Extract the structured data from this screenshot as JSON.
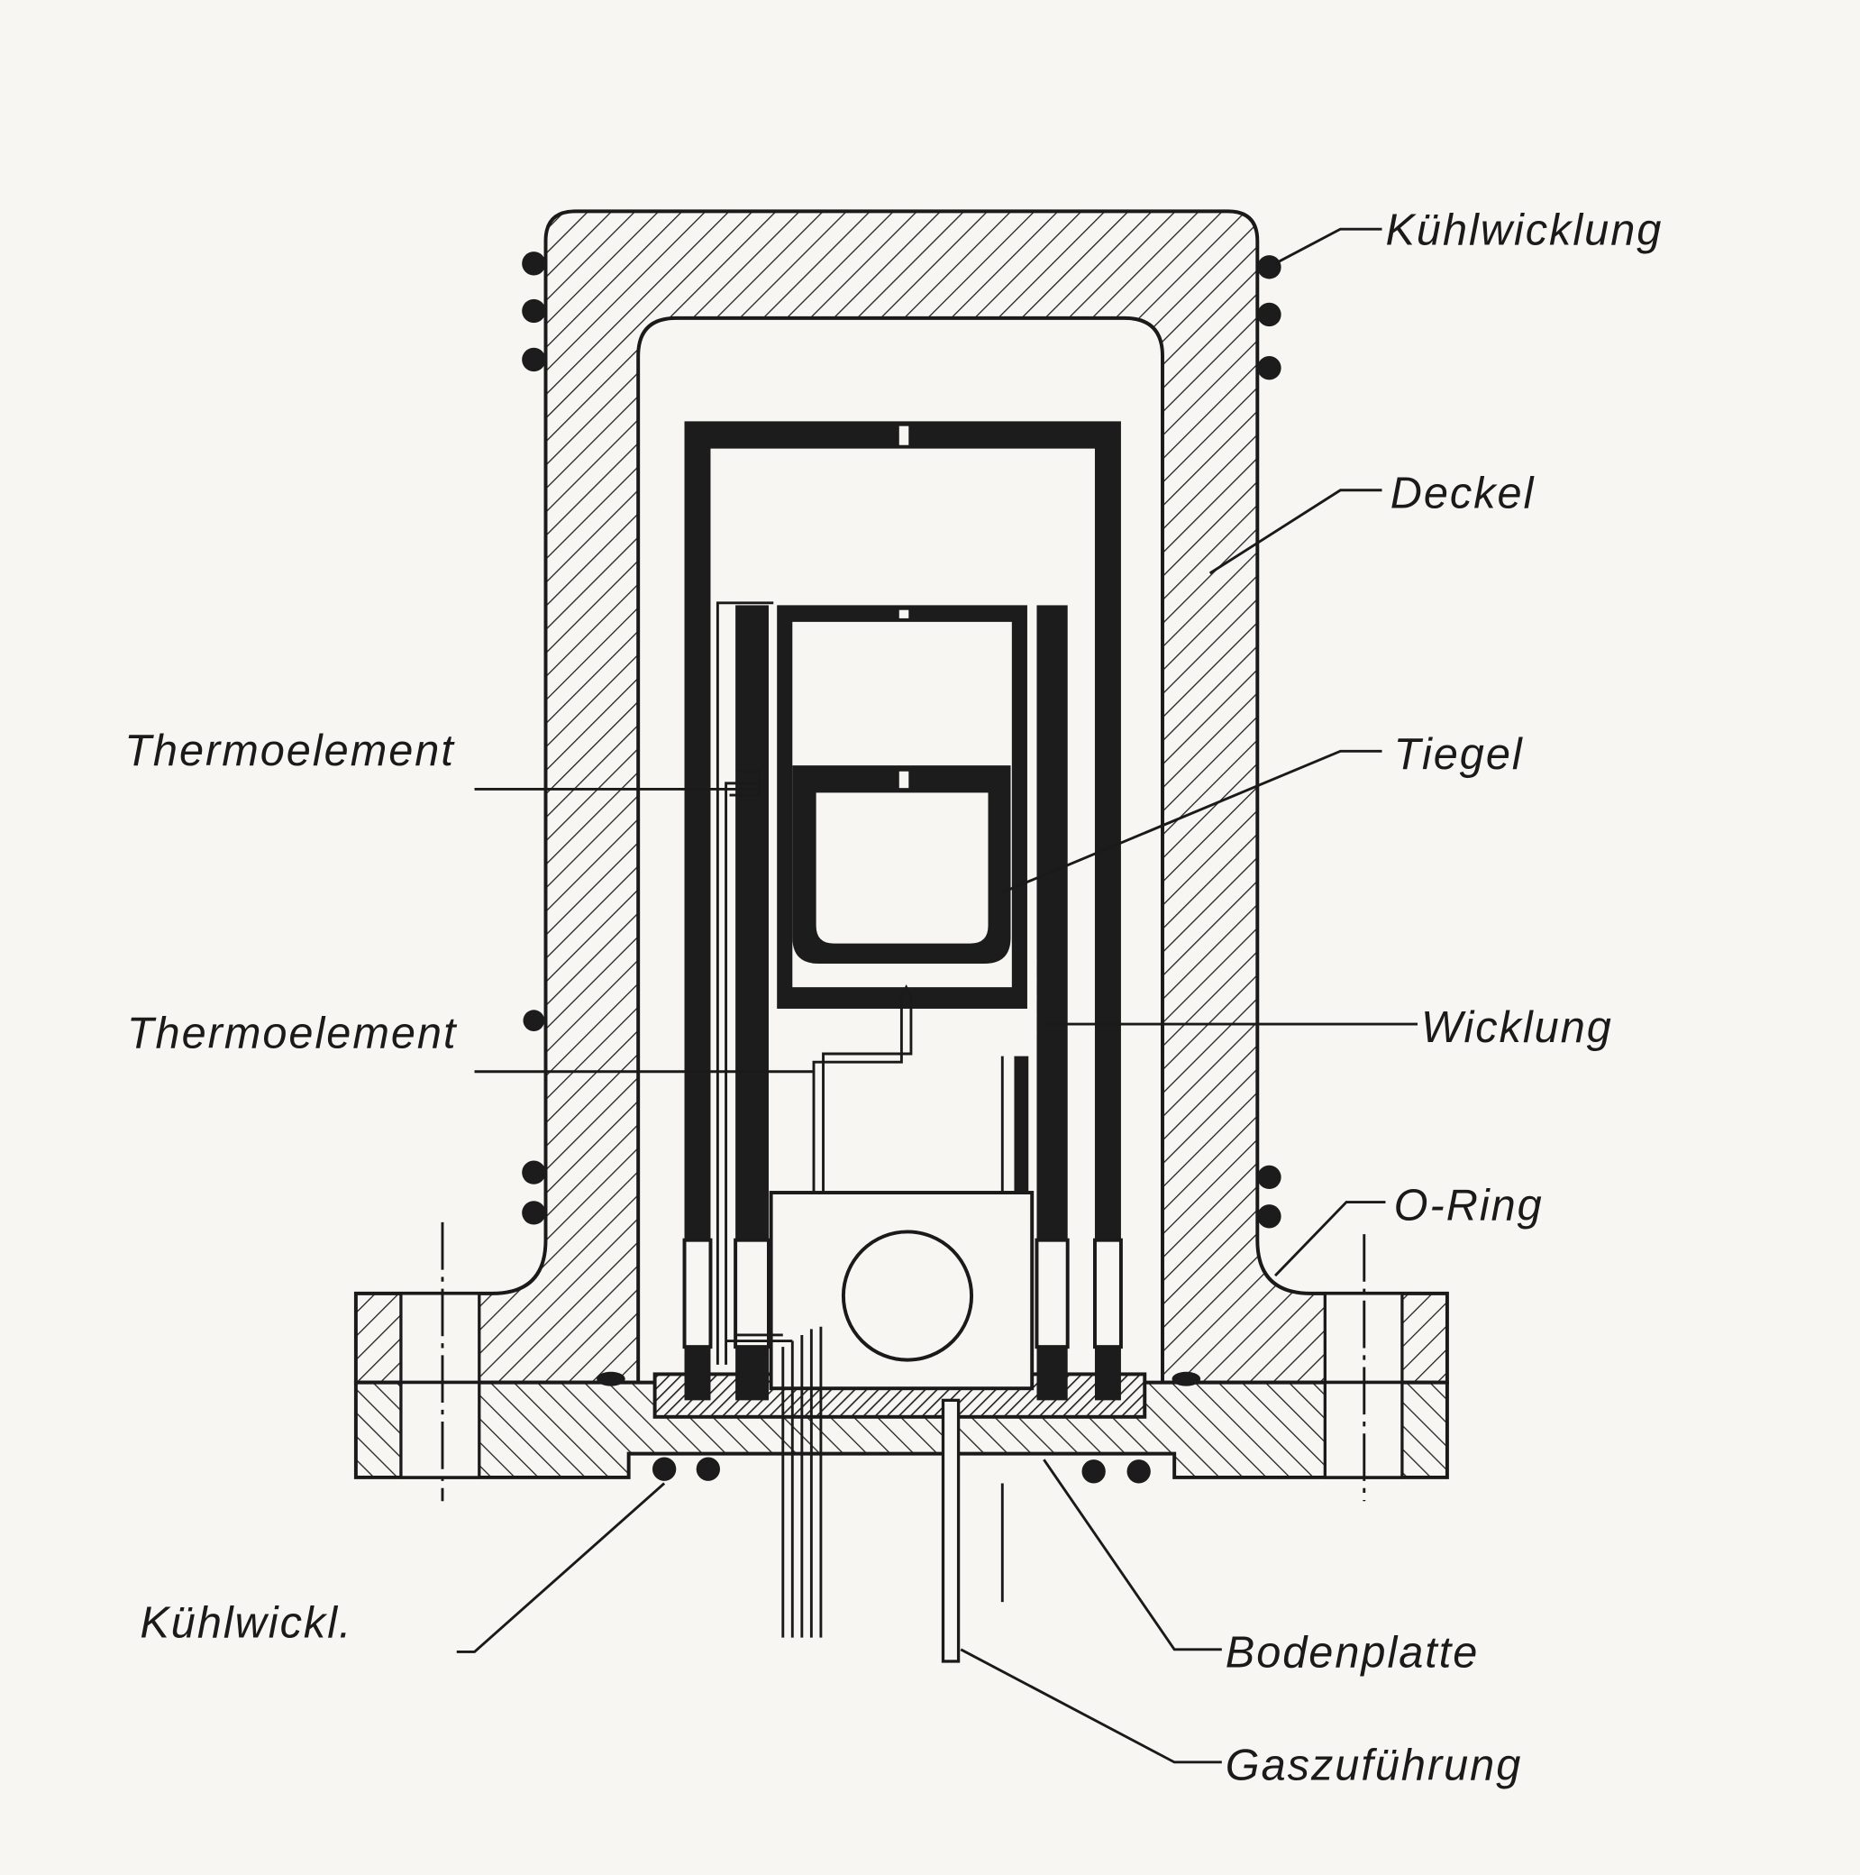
{
  "labels": {
    "kuehlwicklung": "Kühlwicklung",
    "deckel": "Deckel",
    "thermoelement_top": "Thermoelement",
    "tiegel": "Tiegel",
    "thermoelement_bottom": "Thermoelement",
    "wicklung": "Wicklung",
    "o_ring": "O-Ring",
    "kuehlwickl": "Kühlwickl.",
    "bodenplatte": "Bodenplatte",
    "gaszufuehrung": "Gaszuführung"
  },
  "colors": {
    "paper": "#f7f6f3",
    "ink": "#1c1c1c"
  }
}
